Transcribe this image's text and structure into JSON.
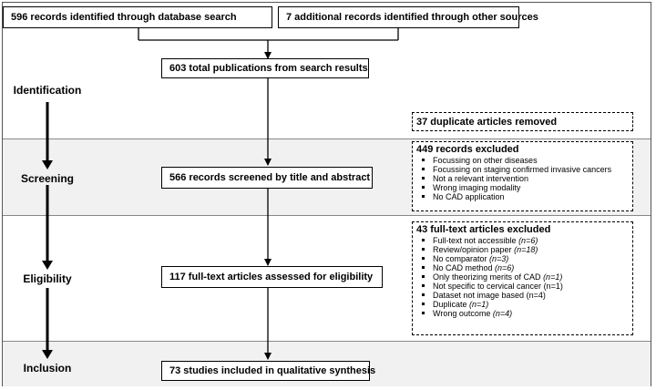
{
  "stages": [
    "Identification",
    "Screening",
    "Eligibility",
    "Inclusion"
  ],
  "boxes": {
    "database": "596 records identified through database search",
    "other": "7 additional records identified through other sources",
    "total": "603 total publications from search results",
    "screened": "566 records screened by title and abstract",
    "fulltext": "117 full-text articles assessed for eligibility",
    "included": "73 studies included in qualitative synthesis"
  },
  "duplicates": "37 duplicate articles removed",
  "records_excluded": {
    "title": "449 records excluded",
    "items": [
      "Focussing on other diseases",
      "Focussing on staging confirmed invasive cancers",
      "Not a relevant intervention",
      "Wrong imaging modality",
      "No CAD application"
    ]
  },
  "fulltext_excluded": {
    "title": "43 full-text articles excluded",
    "items": [
      {
        "text": "Full-text not accessible",
        "n": "(n=6)"
      },
      {
        "text": "Review/opinion paper",
        "n": "(n=18)"
      },
      {
        "text": "No comparator",
        "n": "(n=3)"
      },
      {
        "text": "No CAD method",
        "n": "(n=6)"
      },
      {
        "text": "Only theorizing merits of CAD",
        "n": "(n=1)"
      },
      {
        "text": "Not specific to cervical cancer",
        "n": "(n=1)"
      },
      {
        "text": "Dataset not image based",
        "n": "(n=4)"
      },
      {
        "text": "Duplicate",
        "n": "(n=1)"
      },
      {
        "text": "Wrong outcome",
        "n": "(n=4)"
      }
    ]
  }
}
